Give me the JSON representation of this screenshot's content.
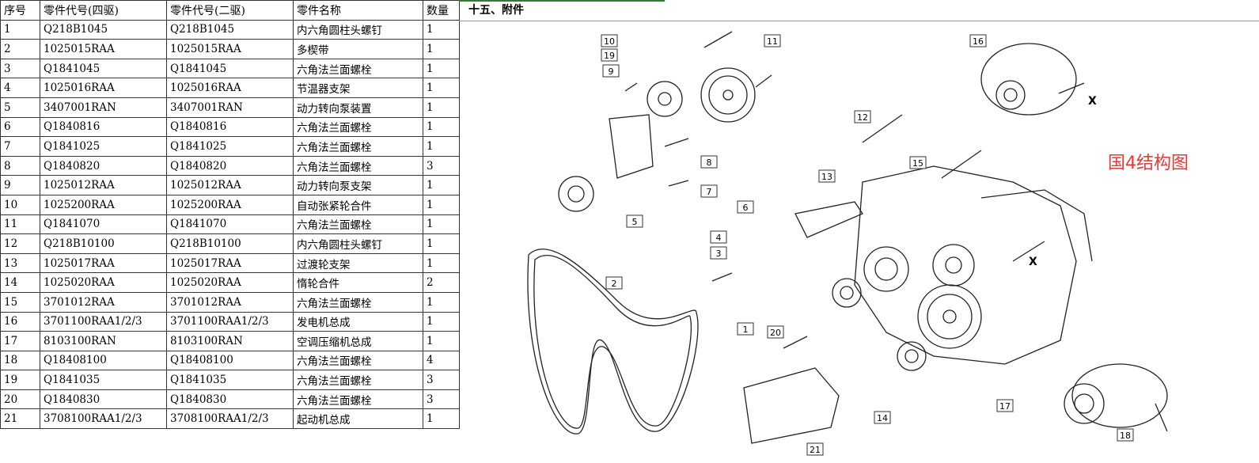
{
  "table": {
    "headers": [
      "序号",
      "零件代号(四驱)",
      "零件代号(二驱)",
      "零件名称",
      "数量"
    ],
    "rows": [
      [
        "1",
        "Q218B1045",
        "Q218B1045",
        "内六角圆柱头螺钉",
        "1"
      ],
      [
        "2",
        "1025015RAA",
        "1025015RAA",
        "多楔带",
        "1"
      ],
      [
        "3",
        "Q1841045",
        "Q1841045",
        "六角法兰面螺栓",
        "1"
      ],
      [
        "4",
        "1025016RAA",
        "1025016RAA",
        "节温器支架",
        "1"
      ],
      [
        "5",
        "3407001RAN",
        "3407001RAN",
        "动力转向泵装置",
        "1"
      ],
      [
        "6",
        "Q1840816",
        "Q1840816",
        "六角法兰面螺栓",
        "1"
      ],
      [
        "7",
        "Q1841025",
        "Q1841025",
        "六角法兰面螺栓",
        "1"
      ],
      [
        "8",
        "Q1840820",
        "Q1840820",
        "六角法兰面螺栓",
        "3"
      ],
      [
        "9",
        "1025012RAA",
        "1025012RAA",
        "动力转向泵支架",
        "1"
      ],
      [
        "10",
        "1025200RAA",
        "1025200RAA",
        "自动张紧轮合件",
        "1"
      ],
      [
        "11",
        "Q1841070",
        "Q1841070",
        "六角法兰面螺栓",
        "1"
      ],
      [
        "12",
        "Q218B10100",
        "Q218B10100",
        "内六角圆柱头螺钉",
        "1"
      ],
      [
        "13",
        "1025017RAA",
        "1025017RAA",
        "过渡轮支架",
        "1"
      ],
      [
        "14",
        "1025020RAA",
        "1025020RAA",
        "惰轮合件",
        "2"
      ],
      [
        "15",
        "3701012RAA",
        "3701012RAA",
        "六角法兰面螺栓",
        "1"
      ],
      [
        "16",
        "3701100RAA1/2/3",
        "3701100RAA1/2/3",
        "发电机总成",
        "1"
      ],
      [
        "17",
        "8103100RAN",
        "8103100RAN",
        "空调压缩机总成",
        "1"
      ],
      [
        "18",
        "Q18408100",
        "Q18408100",
        "六角法兰面螺栓",
        "4"
      ],
      [
        "19",
        "Q1841035",
        "Q1841035",
        "六角法兰面螺栓",
        "3"
      ],
      [
        "20",
        "Q1840830",
        "Q1840830",
        "六角法兰面螺栓",
        "3"
      ],
      [
        "21",
        "3708100RAA1/2/3",
        "3708100RAA1/2/3",
        "起动机总成",
        "1"
      ]
    ]
  },
  "diagram": {
    "section_title": "十五、附件",
    "note": "国4结构图",
    "note_color": "#e53935",
    "callouts": [
      "1",
      "2",
      "3",
      "4",
      "5",
      "6",
      "7",
      "8",
      "9",
      "10",
      "11",
      "12",
      "13",
      "14",
      "15",
      "16",
      "17",
      "18",
      "19",
      "20",
      "21"
    ],
    "axis_marks": [
      "X",
      "X"
    ]
  }
}
